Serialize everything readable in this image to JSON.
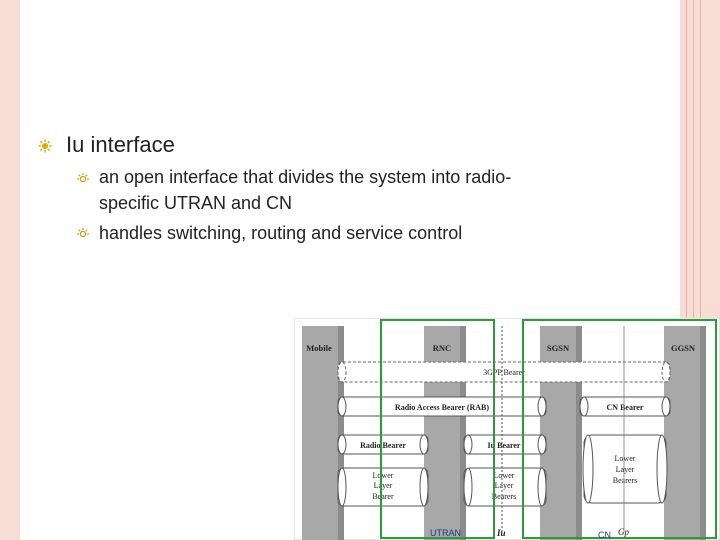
{
  "slide": {
    "title": "Iu interface",
    "bullets": [
      {
        "line1": "an open interface that divides the system into radio-",
        "line2": "specific UTRAN and CN"
      },
      {
        "line1": "handles switching, routing and service control"
      }
    ],
    "bullet_icon": "sun-icon",
    "sub_bullet_icon": "sun-icon"
  },
  "diagram": {
    "nodes": [
      "Mobile",
      "RNC",
      "SGSN",
      "GGSN"
    ],
    "bearers": {
      "gpp": "3GPP Bearer",
      "rab": "Radio Access Bearer (RAB)",
      "cn": "CN Bearer",
      "radio": "Radio Bearer",
      "iu": "Iu Bearer",
      "lower_mobile": [
        "Lower",
        "Layer",
        "Bearer"
      ],
      "lower_rnc": [
        "Lower",
        "Layer",
        "Bearers"
      ],
      "lower_cn": [
        "Lower",
        "Layer",
        "Bearers"
      ]
    },
    "labels": {
      "utran": "UTRAN",
      "iu": "Iu",
      "cn": "CN",
      "gp": "Gp"
    },
    "colors": {
      "green": "#2e9a3e",
      "pillar": "#a8a8a8",
      "accent_band": "#f8ddd6",
      "figure_label": "#1a3a8a"
    }
  }
}
